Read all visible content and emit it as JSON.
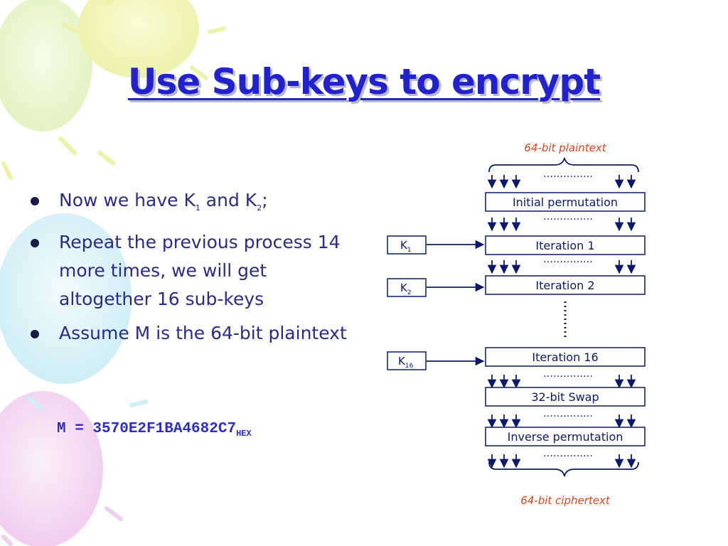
{
  "slide": {
    "title": "Use Sub-keys to encrypt",
    "bullets": [
      {
        "text": "Now we have K",
        "sub1": "1",
        "mid": " and K",
        "sub2": "2",
        "end": ";"
      },
      {
        "text": "Repeat the previous process 14 more times, we will get altogether 16 sub-keys"
      },
      {
        "text": "Assume M is the 64-bit plaintext"
      }
    ],
    "m_equation": {
      "label": "M = ",
      "value": "3570E2F1BA4682C7",
      "subscript": "HEX"
    }
  },
  "diagram": {
    "top_label": "64-bit plaintext",
    "bottom_label": "64-bit ciphertext",
    "dots": "……………",
    "boxes": [
      "Initial permutation",
      "Iteration 1",
      "Iteration 2",
      "Iteration 16",
      "32-bit Swap",
      "Inverse permutation"
    ],
    "keys": [
      {
        "letter": "K",
        "sub": "1"
      },
      {
        "letter": "K",
        "sub": "2"
      },
      {
        "letter": "K",
        "sub": "16"
      }
    ],
    "colors": {
      "title": "#2222cc",
      "body_text": "#2a2a88",
      "diagram": "#0a1a6a",
      "labels": "#e0431a",
      "hex": "#2c2cc8"
    }
  }
}
